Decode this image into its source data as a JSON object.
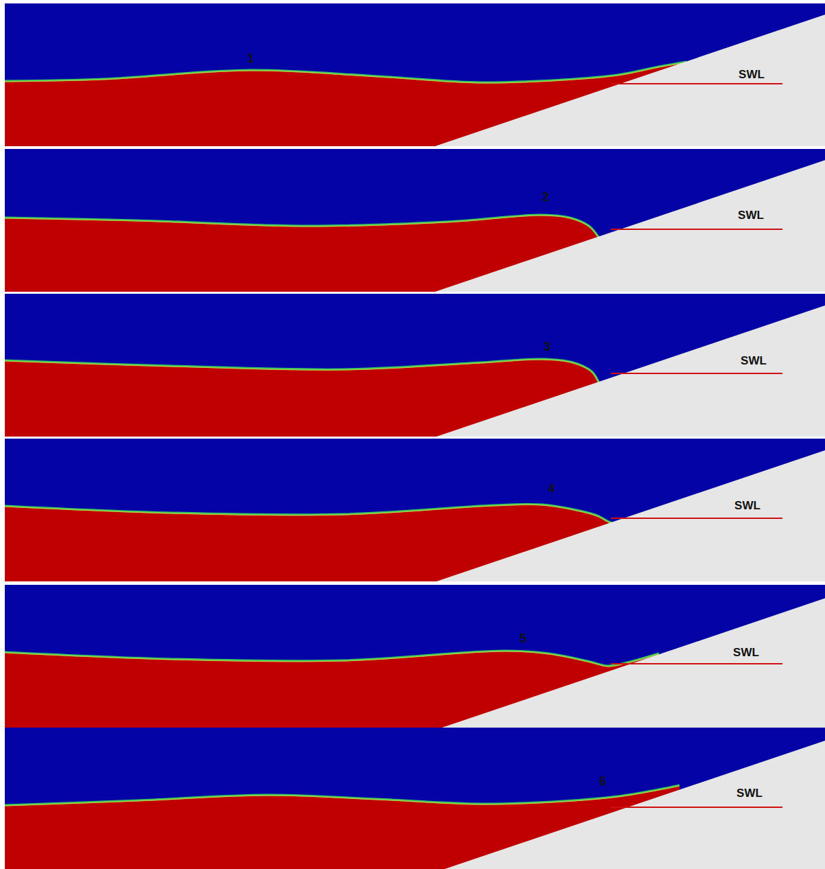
{
  "diagram": {
    "labels": [
      "1",
      "SWL",
      "2",
      "SWL",
      "3",
      "SWL",
      "4",
      "SWL",
      "5",
      "SWL",
      "6",
      "SWL"
    ]
  }
}
